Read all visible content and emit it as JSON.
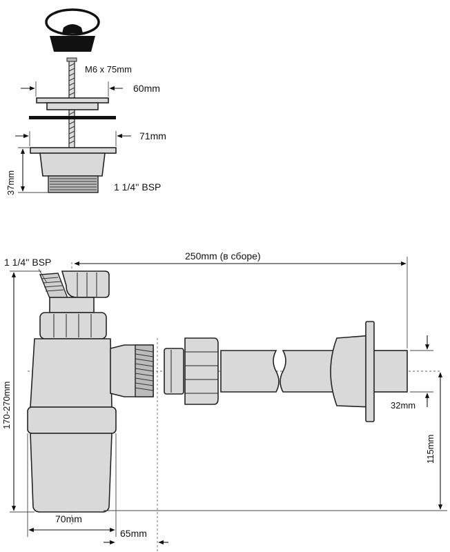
{
  "labels": {
    "screw": "M6 x 75mm",
    "flange_top": "60mm",
    "flange_base": "71mm",
    "strainer_height": "37mm",
    "thread_top": "1 1/4'' BSP",
    "thread_trap": "1 1/4'' BSP",
    "assembled_length": "250mm (в сборе)",
    "pipe_diameter": "32mm",
    "outlet_height": "115mm",
    "trap_height": "170-270mm",
    "body_width": "70mm",
    "outlet_offset": "65mm"
  }
}
